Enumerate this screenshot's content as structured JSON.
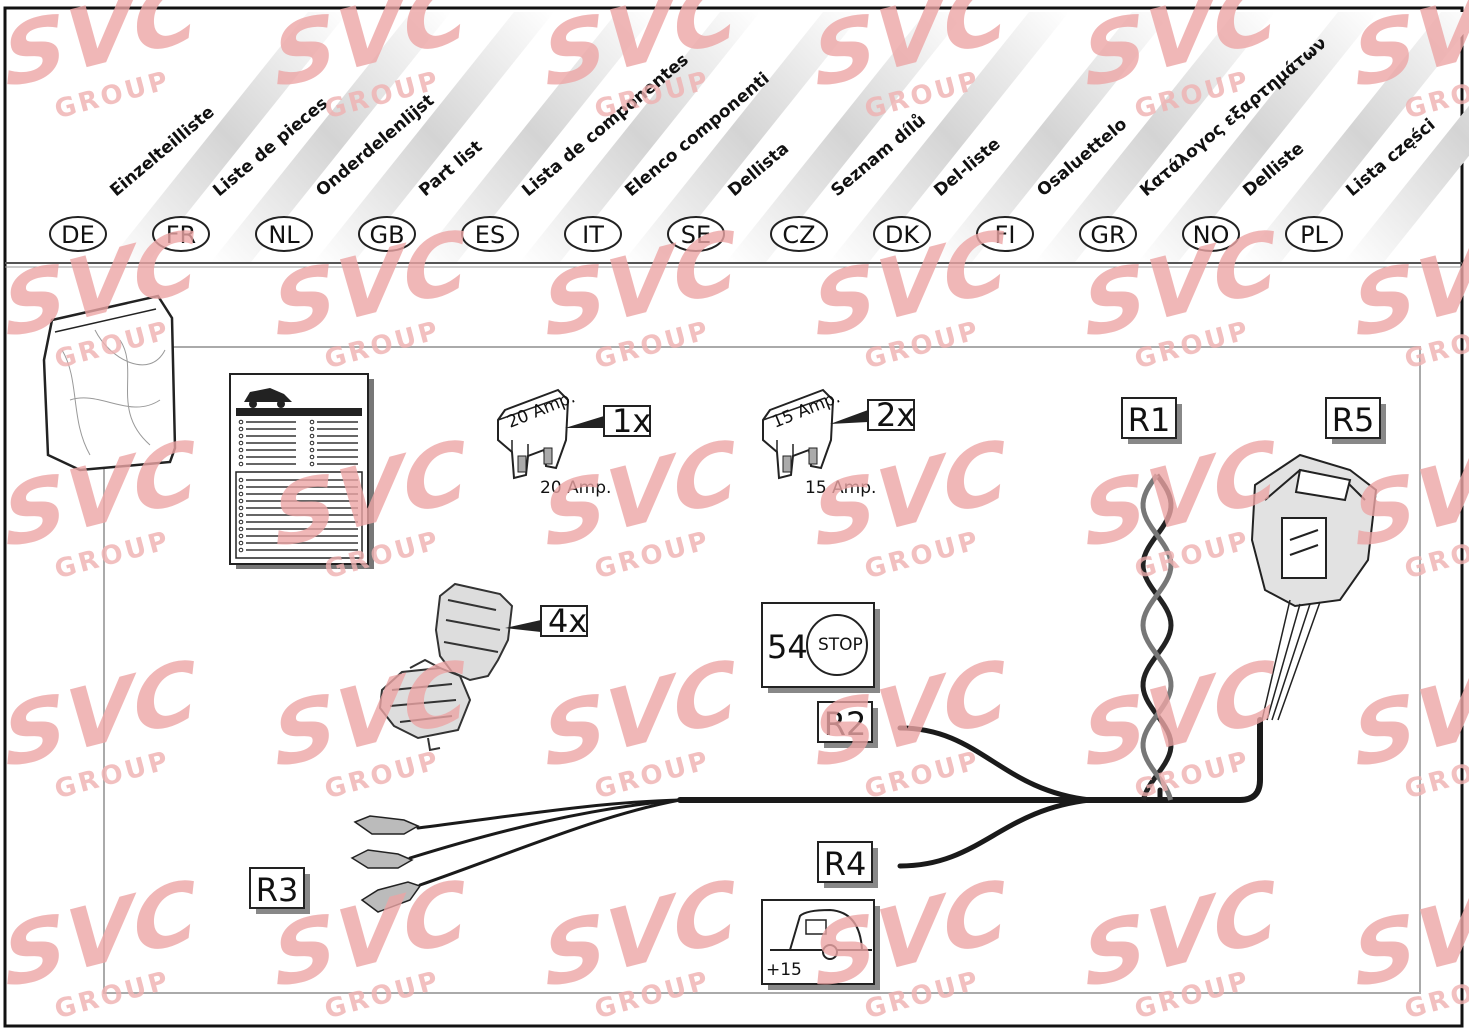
{
  "header": {
    "languages": [
      {
        "code": "DE",
        "name": "Einzelteilliste"
      },
      {
        "code": "FR",
        "name": "Liste de pieces"
      },
      {
        "code": "NL",
        "name": "Onderdelenlijst"
      },
      {
        "code": "GB",
        "name": "Part list"
      },
      {
        "code": "ES",
        "name": "Lista de componentes"
      },
      {
        "code": "IT",
        "name": "Elenco componenti"
      },
      {
        "code": "SE",
        "name": "Dellista"
      },
      {
        "code": "CZ",
        "name": "Seznam dílů"
      },
      {
        "code": "DK",
        "name": "Del-liste"
      },
      {
        "code": "FI",
        "name": "Osaluettelo"
      },
      {
        "code": "GR",
        "name": "Κατάλογος εξαρτημάτων"
      },
      {
        "code": "NO",
        "name": "Delliste"
      },
      {
        "code": "PL",
        "name": "Lista części"
      }
    ]
  },
  "parts": {
    "fuse20": {
      "body_label": "20 Amp.",
      "caption": "20 Amp.",
      "qty": "1x"
    },
    "fuse15": {
      "body_label": "15 Amp.",
      "caption": "15 Amp.",
      "qty": "2x"
    },
    "clip": {
      "qty": "4x"
    },
    "stop_box": {
      "number": "54",
      "symbol": "STOP"
    },
    "plus15_label": "+15"
  },
  "refs": {
    "r1": "R1",
    "r2": "R2",
    "r3": "R3",
    "r4": "R4",
    "r5": "R5"
  },
  "watermark": {
    "logo": "SVC",
    "text": "GROUP",
    "color": "#e89a9a"
  },
  "colors": {
    "wire": "#1a1a1a",
    "frame": "#111111",
    "panel_border": "#aaaaaa",
    "stripe": "#d8d8d8"
  }
}
